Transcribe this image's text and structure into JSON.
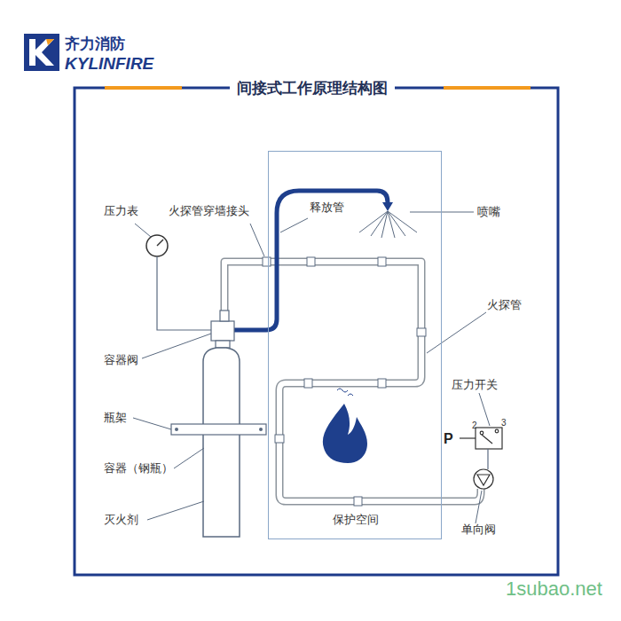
{
  "diagram": {
    "title": "间接式工作原理结构图",
    "nodes": [
      {
        "text": [
          "保护空间"
        ]
      }
    ],
    "labels": [
      "齐力消防",
      "KYLINFIRE",
      "压力表",
      "火探管穿墙接头",
      "释放管",
      "喷嘴",
      "火探管",
      "容器阀",
      "瓶架",
      "压力开关",
      "P",
      "2",
      "3",
      "容器（钢瓶）",
      "灭火剂",
      "单向阀",
      "1subao.net"
    ]
  }
}
